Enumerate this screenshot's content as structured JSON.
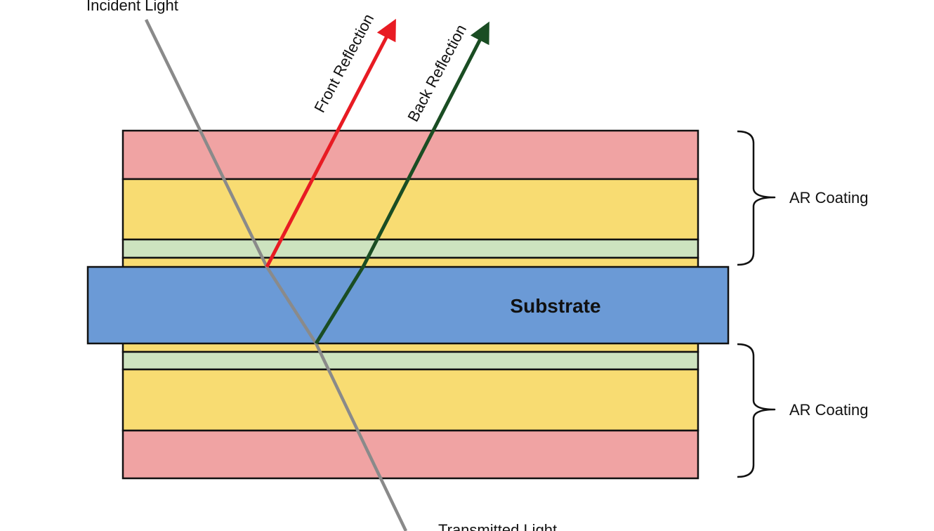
{
  "labels": {
    "incident_light": "Incident Light",
    "front_reflection": "Front Reflection",
    "back_reflection": "Back Reflection",
    "substrate": "Substrate",
    "ar_coating_top": "AR Coating",
    "ar_coating_bottom": "AR Coating",
    "transmitted_light": "Transmitted Light"
  },
  "colors": {
    "pink_layer": "#f0a3a3",
    "yellow_layer": "#f8dc72",
    "green_layer": "#cde3bf",
    "substrate": "#6b9ad6",
    "incident_ray": "#8a8a8a",
    "front_reflection_ray": "#e81b23",
    "back_reflection_ray": "#1a4d23"
  }
}
